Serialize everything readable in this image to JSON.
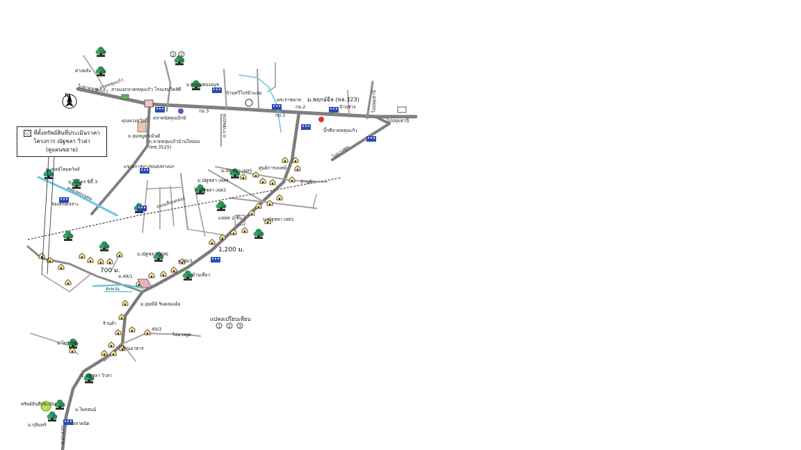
{
  "colors": {
    "road": "#8c8c8c",
    "road_major": "#7a7a7a",
    "water": "#67c7e0",
    "tree": "#2f8f5b",
    "house_fill": "#f5e29a",
    "building": "#2b4bb0",
    "highlight": "#b6e35a"
  },
  "legend": {
    "line1": "ที่ตั้งทรัพย์สินที่ประเมินราคา",
    "line2": "โครงการ ณัฐชลา วิวล่า",
    "line3": "(ดูแผนขยาย)"
  },
  "compass": {
    "label": "N",
    "icon": "north-arrow-icon"
  },
  "labels": {
    "t1": "ต.ลาดหลุมแก้ว",
    "t2": "ต่างพลัง",
    "t3": "สามแยกลาดหลุมแก้ว โรงแรมวีคส์ดี",
    "t4": "ม.พิมานทองอนุช",
    "t5": "บ้านทวีโปรมิวแลม",
    "t6": "พระราชพาท",
    "t7": "ม.พฤกษ์ธีล (ทล.323)",
    "t8": "กม.3",
    "t9": "บิ๊กซีลาดหลุมแก้ว",
    "t10": "กม.2",
    "t11": "บ้านช่าง",
    "t12": "คุณพวงสวัสดิ์",
    "t13": "ตลาดนัดคุณปักษ์",
    "t14": "ม.ลุมหมูดาเม้นต์",
    "t15": "ถ.ลาดหลุมแก้วบ้านใหม่ปง",
    "t16": "(ทช.3525)",
    "t17": "แขวงการทางขนส่งทางบก",
    "t18": "ม.เบลล์โหมดวิลล์",
    "t19": "ม.ไมโคร ซิตี้ 3",
    "t20": "ร่องลักษ์เจราะ",
    "t21": "คลองพระอุดม",
    "t22": "ม.ณัฐชลา เฟส5",
    "t23": "ม.ณัฐชลา เฟส4",
    "t24": "ศูนย์การแพทย์",
    "t25": "ม.ณัฐชลา เฟส3",
    "t26": "บ้านค้า",
    "t27": "แฟลต 2 ชั้น",
    "t28": "ม.ณัฐชลา เฟส1",
    "t29": "1,200 ม.",
    "t30": "ม.ณัฐชลา เฟส6",
    "t31": "700 ม.",
    "t32": "บ้านเดี่ยว",
    "t33": "ม.49/3",
    "t34": "ม.49/1",
    "t35": "สะพาน",
    "t36": "ร้านค้า",
    "t37": "ร้านอาหาร",
    "t38": "ม.ไพรวัลย์",
    "t39": "ม.อุษณีย์ ริมคลองอ้อ",
    "t40": "แปลงเปรียบเทียบ",
    "t41": "ไปบางพูด",
    "t42": "49/2",
    "t43": "ม.ณัฐชลา วิวล่า",
    "t44": "ทรัพย์สินที่ประเมิน",
    "t45": "ม.กุลินทร์",
    "t46": "ตลาดนัด",
    "t47": "ม.ไพรสนน์",
    "t48": "กม.1",
    "t49": "ไปปทุมธานี",
    "t50": "ไปบางพูน",
    "t51": "ถ.ราชพฤกษ์",
    "t52": "ไปปทุมธานี",
    "t53": "ถนนเลียบคลอง",
    "t54": "ไปลาดหลุมแก้ว",
    "t55": "ถ.บางเลน"
  },
  "compare_markers": [
    "1",
    "2",
    "3"
  ],
  "top_markers": [
    "1",
    "2"
  ],
  "icons": {
    "tree": "tree-icon",
    "house": "house-icon",
    "building": "building-icon",
    "subject": "subject-property-icon"
  }
}
